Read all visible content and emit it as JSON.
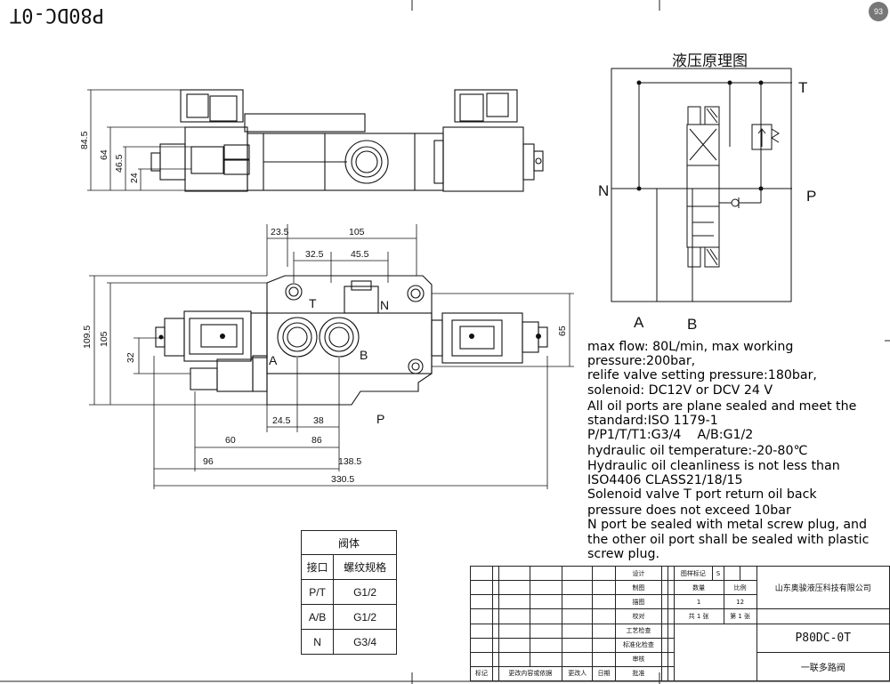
{
  "drawing_code_corner": "P80DC-0T",
  "top_view": {
    "dims": [
      "84.5",
      "64",
      "46.5",
      "24"
    ]
  },
  "front_view": {
    "top_dims": [
      "23.5",
      "105",
      "32.5",
      "45.5"
    ],
    "left_dims": [
      "109.5",
      "105",
      "32"
    ],
    "right_dims": [
      "65"
    ],
    "port_labels": [
      "T",
      "N",
      "A",
      "B",
      "P"
    ],
    "bottom_dims": [
      "24.5",
      "38",
      "60",
      "86",
      "96",
      "138.5",
      "330.5"
    ]
  },
  "schematic": {
    "title": "液压原理图",
    "ports": [
      "T",
      "N",
      "P",
      "A",
      "B"
    ]
  },
  "specs": [
    "max flow: 80L/min, max working",
    "pressure:200bar,",
    "relife valve setting pressure:180bar,",
    "solenoid: DC12V or DCV 24 V",
    "All oil ports are plane sealed and meet the",
    "standard:ISO 1179-1",
    "P/P1/T/T1:G3/4    A/B:G1/2",
    "hydraulic oil temperature:-20-80℃",
    "Hydraulic oil cleanliness is not less than",
    "ISO4406 CLASS21/18/15",
    "Solenoid valve T port return oil back",
    "pressure does not exceed 10bar",
    "N port be sealed with metal screw plug, and",
    "the other oil port shall be sealed with plastic",
    "screw plug."
  ],
  "port_table": {
    "title": "阀体",
    "headers": [
      "接口",
      "螺纹规格"
    ],
    "rows": [
      [
        "P/T",
        "G1/2"
      ],
      [
        "A/B",
        "G1/2"
      ],
      [
        "N",
        "G3/4"
      ]
    ]
  },
  "title_block": {
    "roles": [
      "设计",
      "制图",
      "描图",
      "校对",
      "工艺检查",
      "标准化检查",
      "审核",
      "批准"
    ],
    "bottom_row": [
      "标记",
      "更改内容或依据",
      "更改人",
      "日期"
    ],
    "labels": {
      "mark": "图样标记",
      "s": "S",
      "qty": "数量",
      "ratio": "比例",
      "qty_val": "1",
      "ratio_val": "12",
      "sheets": "共 1 张",
      "sheet": "第 1 张"
    },
    "company": "山东奥骏液压科技有限公司",
    "drawing_no": "P80DC-0T",
    "part_name": "一联多路阀"
  },
  "corner_badge": "93"
}
